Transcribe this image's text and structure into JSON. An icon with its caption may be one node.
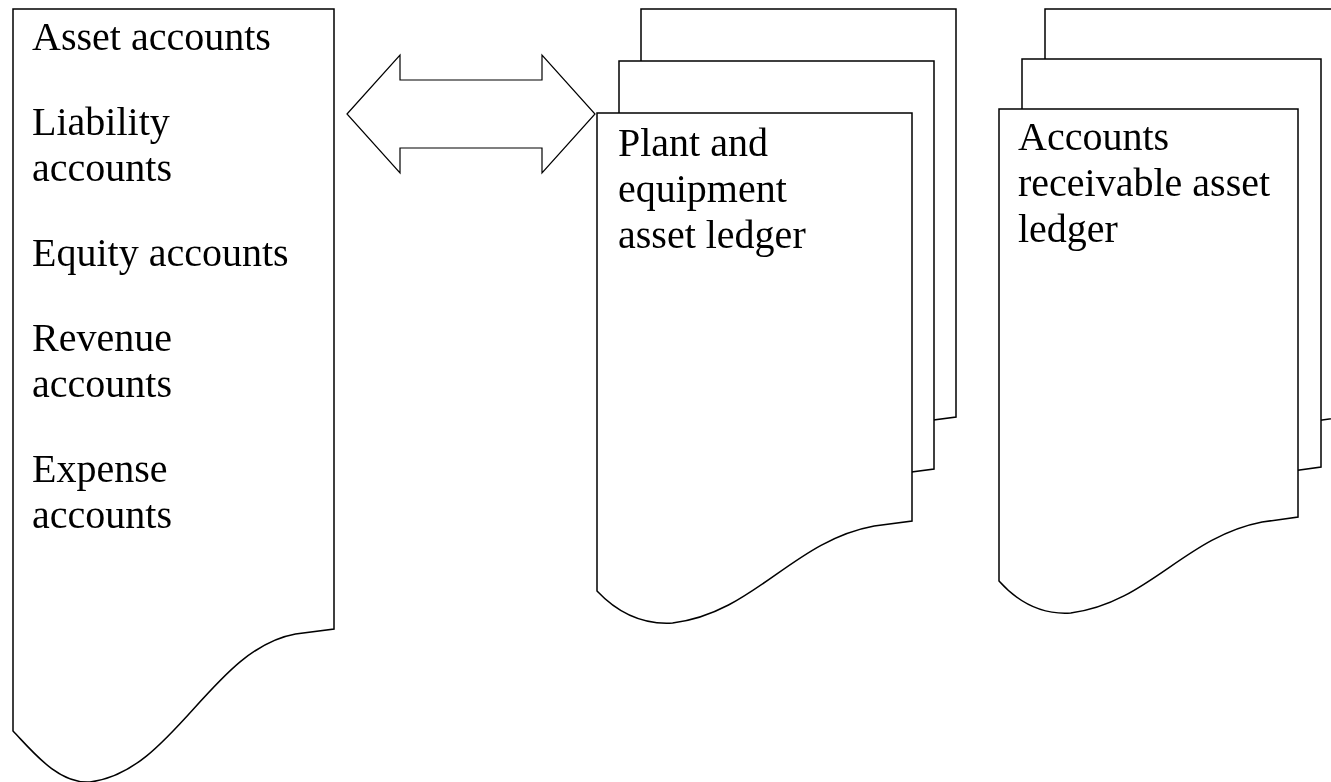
{
  "diagram": {
    "nodes": [
      {
        "text": [
          "Asset accounts",
          "Liability accounts",
          "Equity accounts",
          "Revenue accounts",
          "Expense accounts"
        ]
      },
      {
        "text": [
          "Plant and equipment asset ledger"
        ]
      },
      {
        "text": [
          "Accounts receivable asset ledger"
        ]
      }
    ],
    "edges": [
      {
        "from": 0,
        "to": 1,
        "arrow": "both"
      }
    ]
  }
}
